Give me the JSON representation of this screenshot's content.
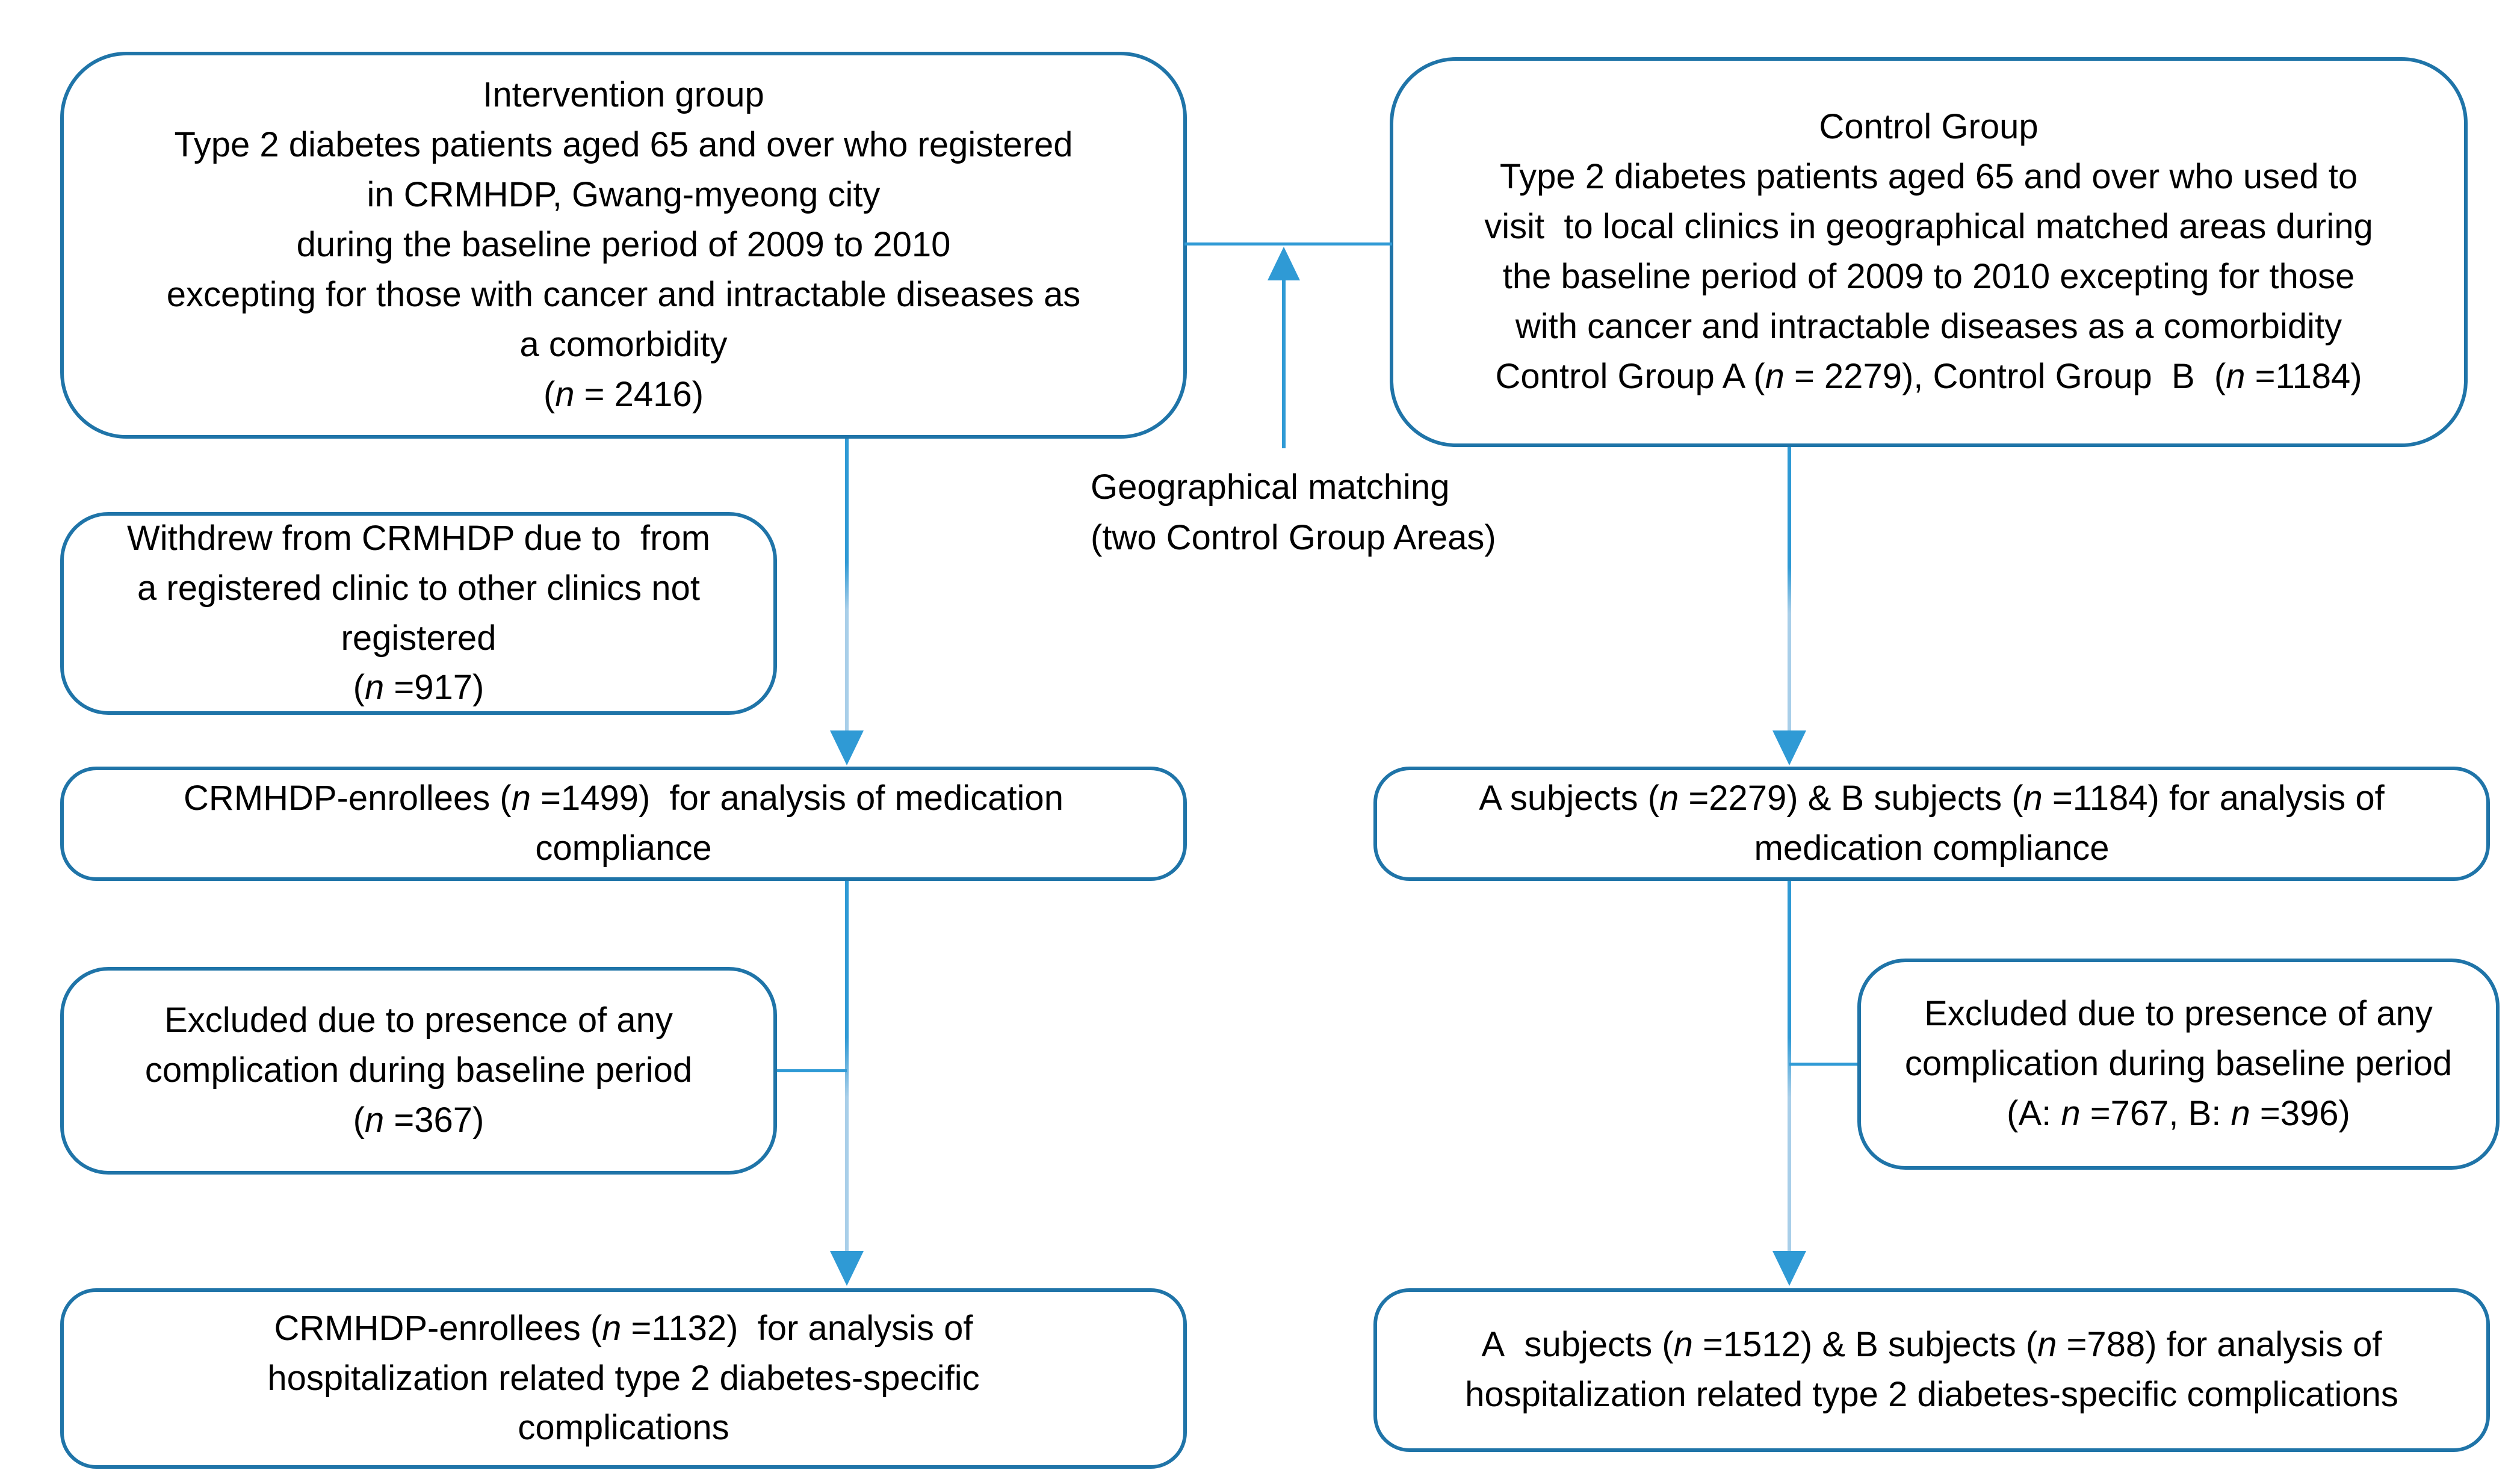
{
  "diagram": {
    "colors": {
      "background": "#ffffff",
      "box_border": "#1f74a8",
      "connector": "#2f9ad5",
      "connector_light": "#a9cfe9",
      "text": "#000000"
    },
    "boxes": {
      "intervention": {
        "lines": [
          "Intervention group",
          "Type 2 diabetes patients aged 65 and over who registered",
          "in CRMHDP, Gwang-myeong city",
          "during the baseline period of 2009 to 2010",
          "excepting for those with cancer and intractable diseases as",
          "a comorbidity",
          "(n = 2416)"
        ]
      },
      "control": {
        "lines": [
          "Control Group",
          "Type 2 diabetes patients aged 65 and over who used to",
          "visit  to local clinics in geographical matched areas during",
          "the baseline period of 2009 to 2010 excepting for those",
          "with cancer and intractable diseases as a comorbidity",
          "Control Group A (n = 2279), Control Group  B  (n =1184)"
        ]
      },
      "withdrew": {
        "lines": [
          "Withdrew from CRMHDP due to  from",
          "a registered clinic to other clinics not",
          "registered",
          "(n =917)"
        ]
      },
      "enrollees_medication": {
        "lines": [
          "CRMHDP-enrollees (n =1499)  for analysis of medication",
          "compliance"
        ]
      },
      "ab_subjects_medication": {
        "lines": [
          "A subjects (n =2279) & B subjects (n =1184) for analysis of",
          "medication compliance"
        ]
      },
      "excluded_intervention": {
        "lines": [
          "Excluded due to presence of any",
          "complication during baseline period",
          "(n =367)"
        ]
      },
      "excluded_control": {
        "lines": [
          "Excluded due to presence of any",
          "complication during baseline period",
          "(A: n =767, B: n =396)"
        ]
      },
      "enrollees_hospitalization": {
        "lines": [
          "CRMHDP-enrollees (n =1132)  for analysis of",
          "hospitalization related type 2 diabetes-specific",
          "complications"
        ]
      },
      "ab_subjects_hospitalization": {
        "lines": [
          "A  subjects (n =1512) & B subjects (n =788) for analysis of",
          "hospitalization related type 2 diabetes-specific complications"
        ]
      }
    },
    "labels": {
      "geographical_matching": {
        "lines": [
          "Geographical matching",
          "(two Control Group Areas)"
        ]
      }
    }
  }
}
